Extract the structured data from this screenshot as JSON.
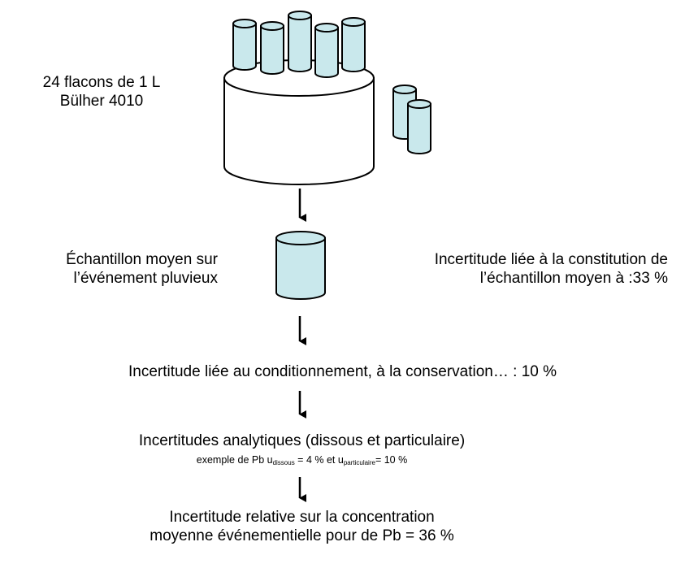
{
  "sampler": {
    "line1": "24 flacons de 1 L",
    "line2": "Bülher 4010"
  },
  "avg_sample": {
    "left_line1": "Échantillon moyen sur",
    "left_line2": "l’événement pluvieux",
    "right_line1": "Incertitude liée à la constitution de",
    "right_line2": "l’échantillon moyen à :33 %"
  },
  "conditioning": {
    "text": "Incertitude liée au conditionnement, à la conservation… : 10 %"
  },
  "analytical": {
    "line1": "Incertitudes analytiques (dissous et particulaire)",
    "example_prefix": "exemple de Pb u",
    "sub_dissous": "dissous",
    "mid": " = 4 % et u",
    "sub_particulaire": "particulaire",
    "suffix": "= 10 %"
  },
  "result": {
    "line1": "Incertitude relative sur la concentration",
    "line2": "moyenne événementielle pour de Pb = 36 %"
  },
  "colors": {
    "bottle_fill": "#c9e8ec",
    "stroke": "#000000"
  }
}
